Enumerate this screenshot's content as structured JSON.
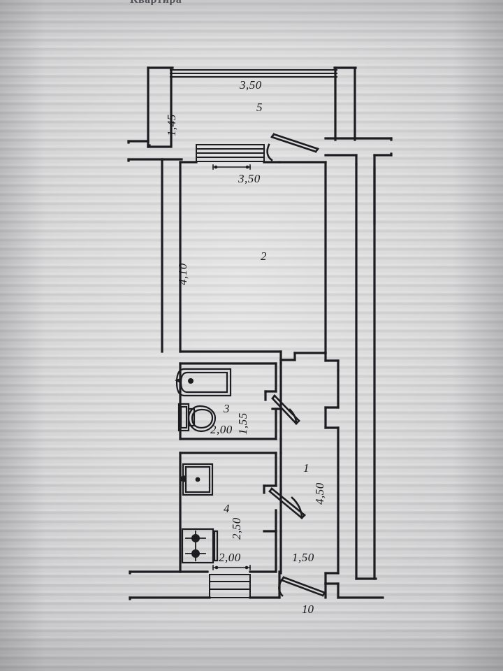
{
  "document": {
    "type": "apartment-floor-plan",
    "title_partial": "Квартира",
    "apartment_number": "10",
    "paper_color": "#d7d7d8",
    "ink_color": "#17171a"
  },
  "rooms": [
    {
      "id": "1",
      "number": "1",
      "name": "corridor",
      "width": "1,50",
      "length": "4,50"
    },
    {
      "id": "2",
      "number": "2",
      "name": "living-room",
      "width": "3,50",
      "length": "4,10"
    },
    {
      "id": "3",
      "number": "3",
      "name": "bathroom",
      "width": "2,00",
      "length": "1,55"
    },
    {
      "id": "4",
      "number": "4",
      "name": "kitchen",
      "width": "2,00",
      "length": "2,50"
    },
    {
      "id": "5",
      "number": "5",
      "name": "balcony",
      "width": "3,50",
      "length": "1,45"
    }
  ],
  "dimensions": {
    "balcony_width": "3,50",
    "balcony_depth": "1,45",
    "living_window": "3,50",
    "living_depth": "4,10",
    "bath_width": "2,00",
    "bath_depth": "1,55",
    "kitchen_width": "2,00",
    "kitchen_depth": "2,50",
    "corridor_length": "4,50",
    "corridor_width": "1,50"
  },
  "room_numbers": {
    "corridor": "1",
    "living": "2",
    "bath": "3",
    "kitchen": "4",
    "balcony": "5"
  },
  "fixtures": [
    {
      "name": "bathtub",
      "room": "3"
    },
    {
      "name": "toilet",
      "room": "3"
    },
    {
      "name": "kitchen-sink",
      "room": "4"
    },
    {
      "name": "gas-stove",
      "room": "4"
    }
  ],
  "openings": [
    {
      "name": "balcony-window",
      "kind": "window"
    },
    {
      "name": "living-window",
      "kind": "window"
    },
    {
      "name": "kitchen-window",
      "kind": "window"
    },
    {
      "name": "balcony-door",
      "kind": "door"
    },
    {
      "name": "living-door",
      "kind": "door"
    },
    {
      "name": "bathroom-door",
      "kind": "door"
    },
    {
      "name": "kitchen-door",
      "kind": "door"
    },
    {
      "name": "entrance-door",
      "kind": "door"
    }
  ]
}
